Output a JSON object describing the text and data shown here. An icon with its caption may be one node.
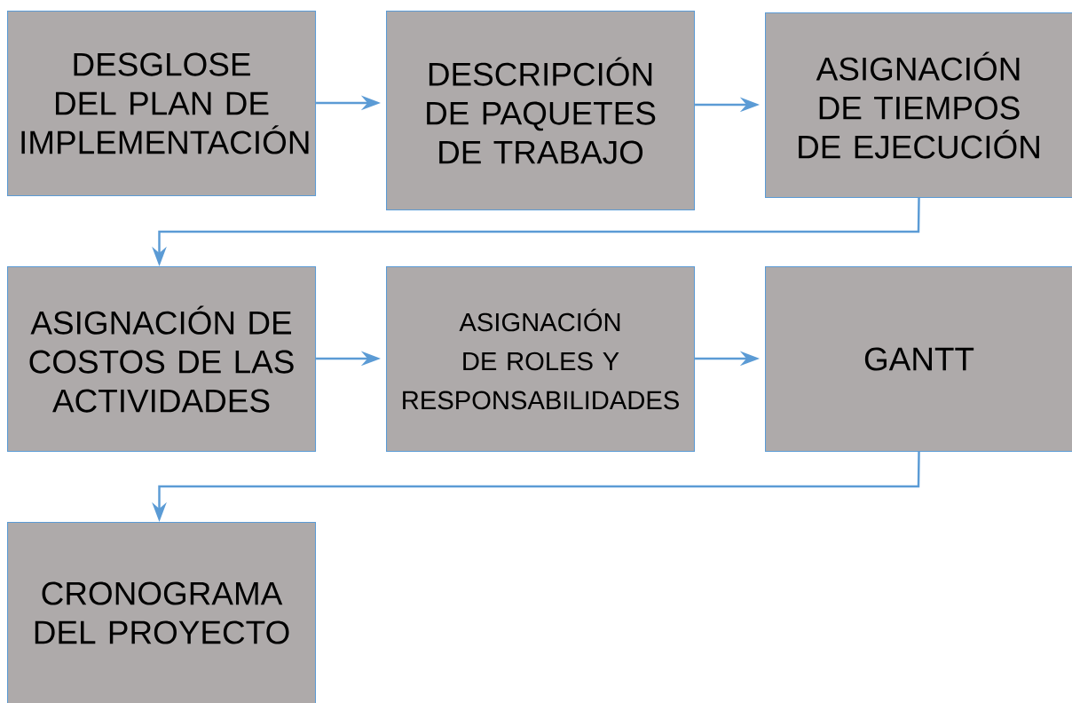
{
  "diagram": {
    "nodes": [
      {
        "text": [
          "DESGLOSE DEL PLAN DE IMPLEMENTACIÓN"
        ]
      },
      {
        "text": [
          "DESCRIPCIÓN DE PAQUETES DE TRABAJO"
        ]
      },
      {
        "text": [
          "ASIGNACIÓN DE TIEMPOS DE EJECUCIÓN"
        ]
      },
      {
        "text": [
          "ASIGNACIÓN DE COSTOS DE LAS ACTIVIDADES"
        ]
      },
      {
        "text": [
          "ASIGNACIÓN DE ROLES Y RESPONSABILIDADES"
        ]
      },
      {
        "text": [
          "GANTT"
        ]
      },
      {
        "text": [
          "CRONOGRAMA DEL PROYECTO"
        ]
      }
    ],
    "edges": [
      {
        "from": 0,
        "to": 1,
        "arrow": "to"
      },
      {
        "from": 1,
        "to": 2,
        "arrow": "to"
      },
      {
        "from": 2,
        "to": 3,
        "arrow": "to"
      },
      {
        "from": 3,
        "to": 4,
        "arrow": "to"
      },
      {
        "from": 4,
        "to": 5,
        "arrow": "to"
      },
      {
        "from": 5,
        "to": 6,
        "arrow": "to"
      }
    ]
  }
}
